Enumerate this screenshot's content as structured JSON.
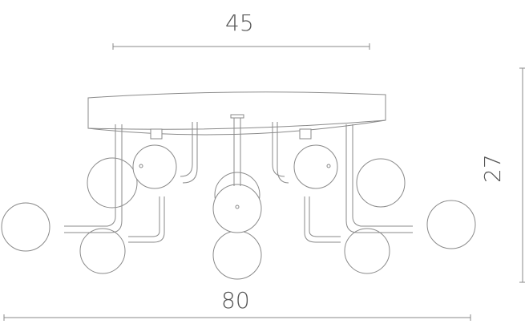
{
  "dimensions": {
    "top_width": "45",
    "overall_width": "80",
    "height": "27"
  },
  "colors": {
    "line": "#8a8a8a",
    "dimension_text": "#555555"
  }
}
